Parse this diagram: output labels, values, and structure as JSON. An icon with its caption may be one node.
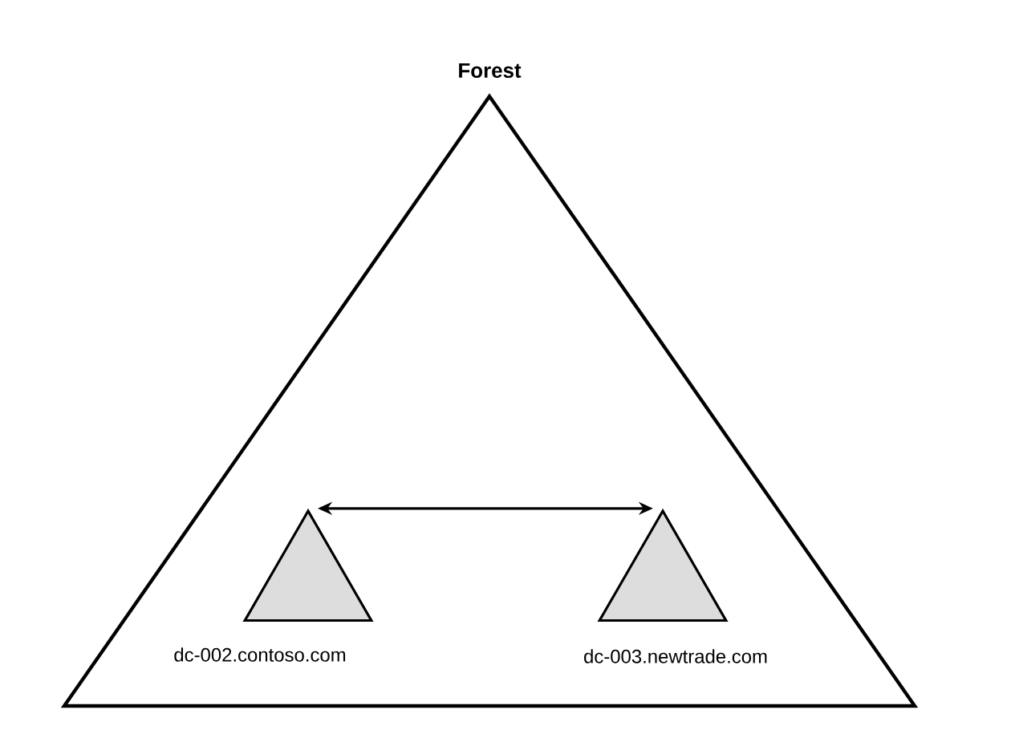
{
  "diagram": {
    "nodes": [
      {
        "text": [
          "Forest"
        ]
      },
      {
        "text": [
          "dc-002.contoso.com"
        ],
        "in": 0
      },
      {
        "text": [
          "dc-003.newtrade.com"
        ],
        "in": 0
      }
    ],
    "edges": [
      {
        "from": 1,
        "to": 2,
        "arrow": "both"
      }
    ]
  }
}
